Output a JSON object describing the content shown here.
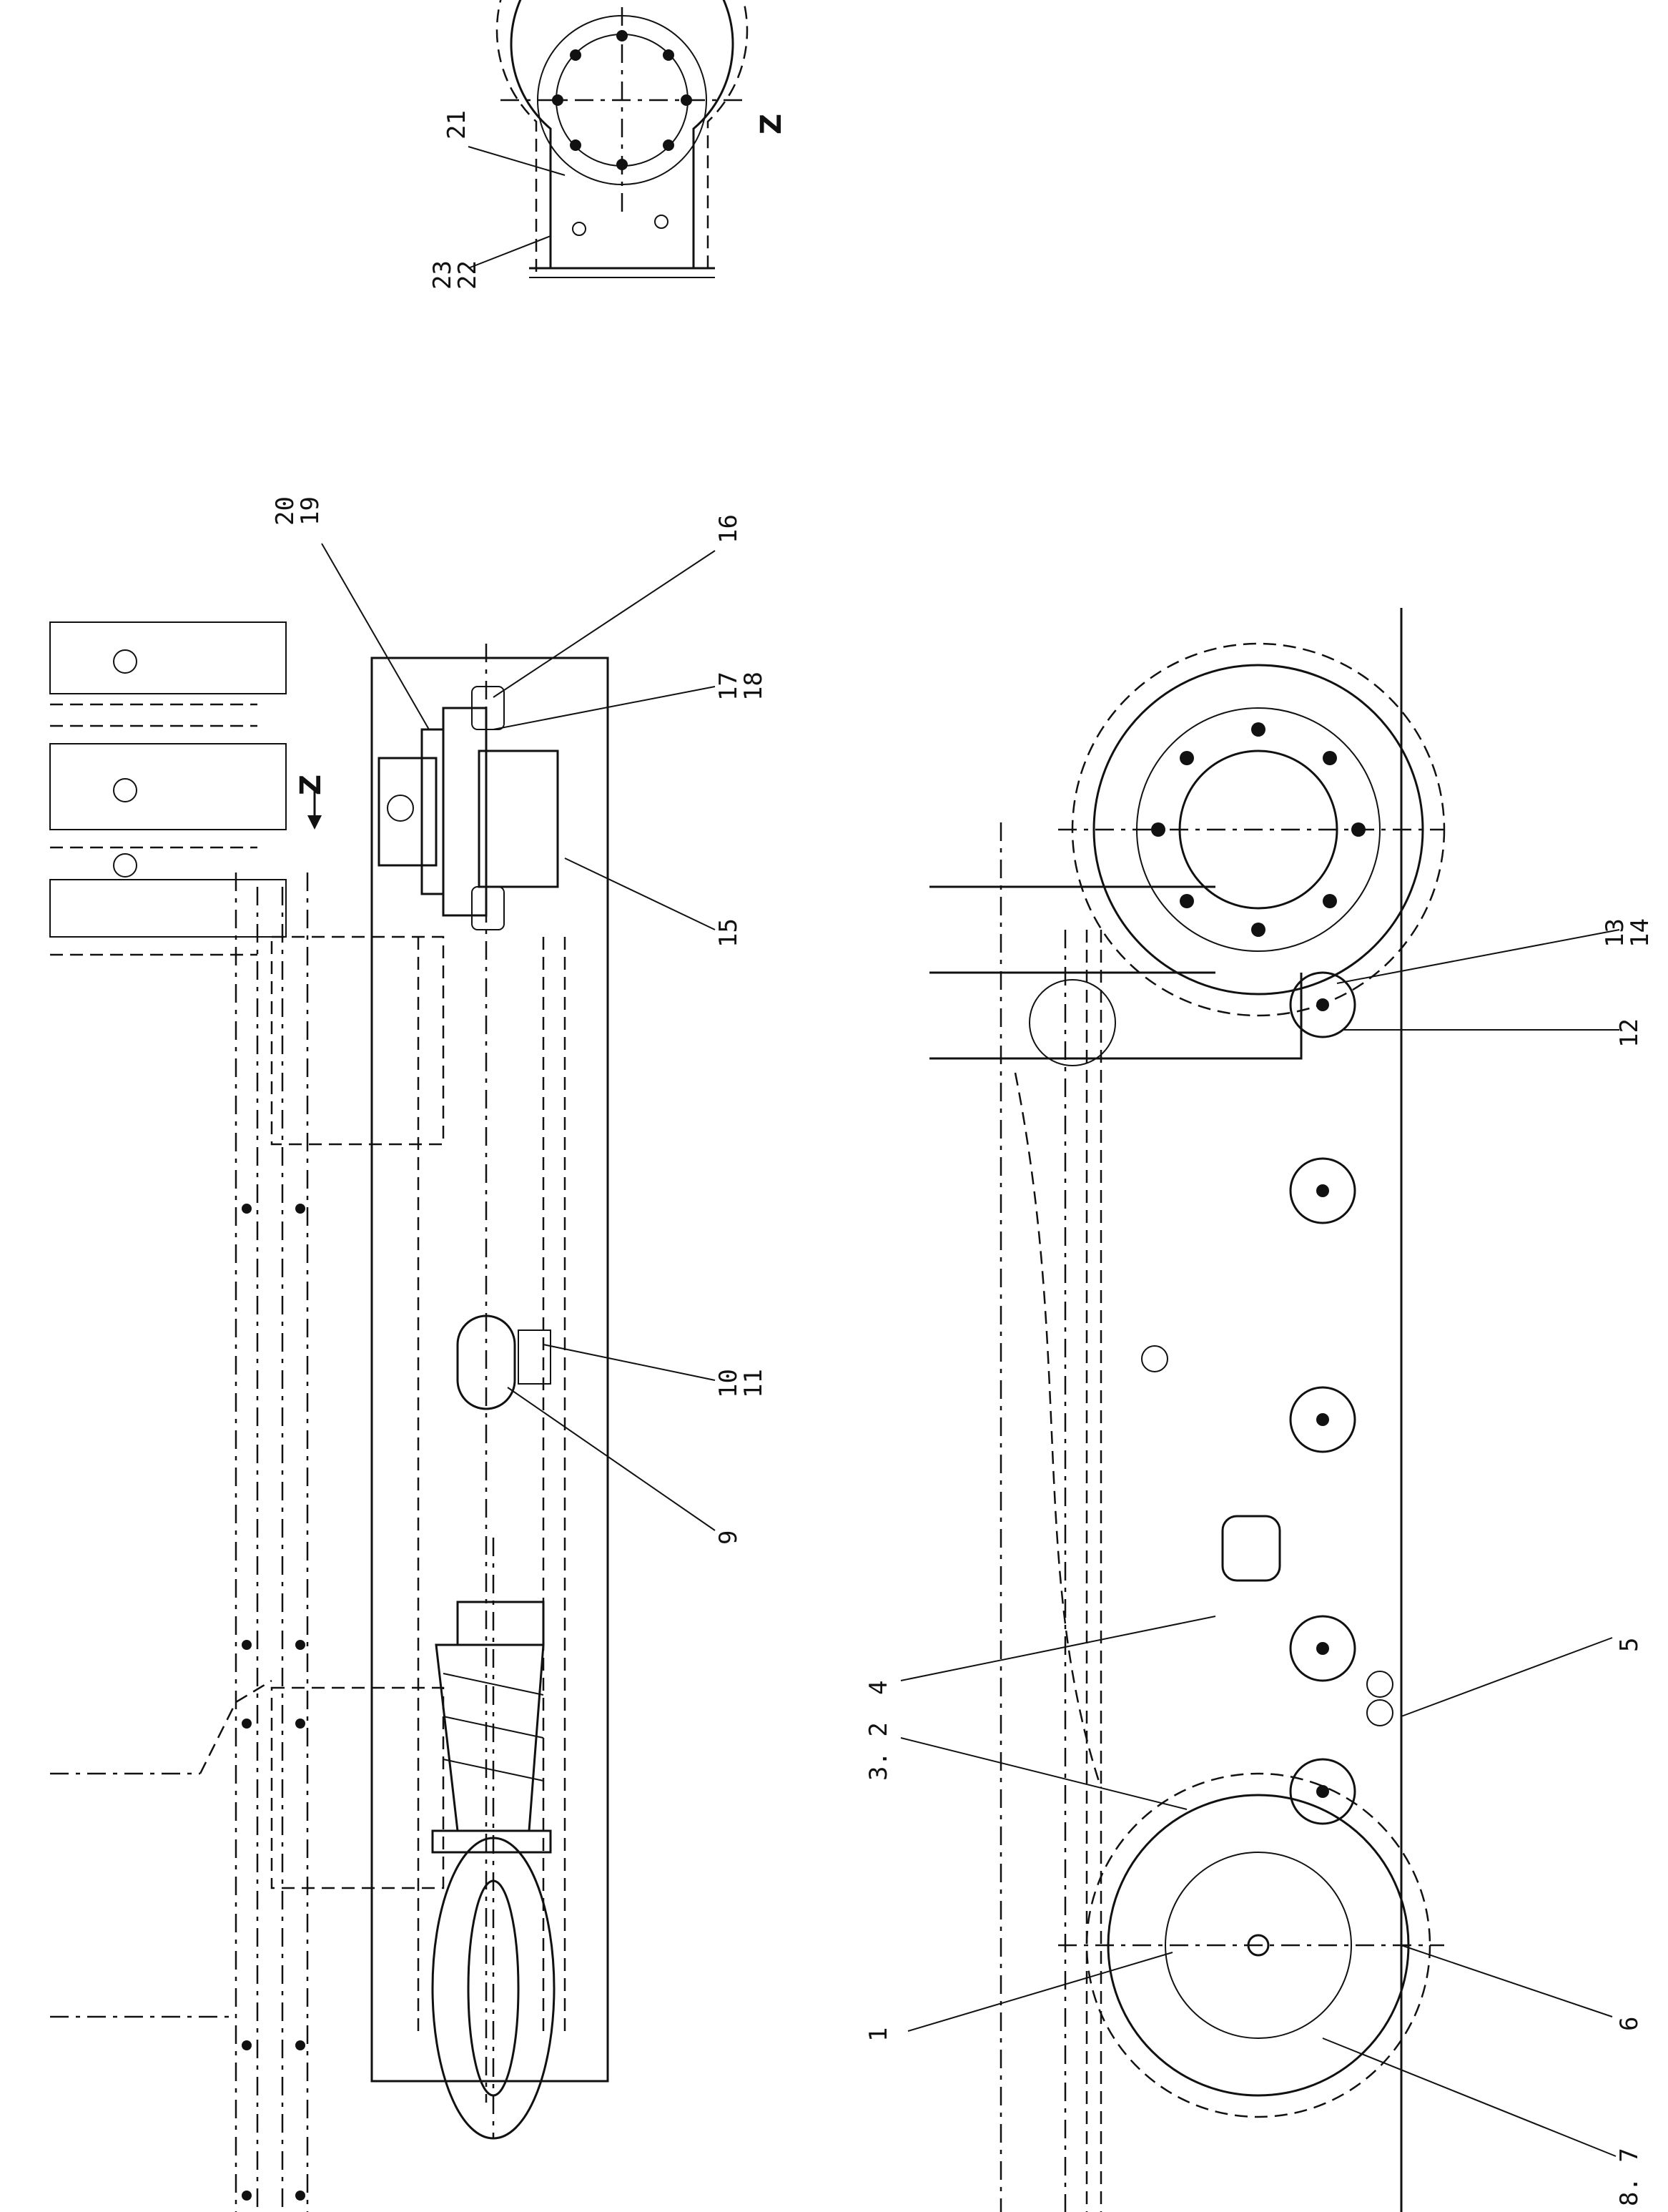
{
  "view_label": "Z",
  "arrow_label": "Z",
  "callouts": {
    "c21": "21",
    "c22": "22",
    "c23": "23",
    "c19": "19",
    "c20": "20",
    "c16": "16",
    "c17": "17",
    "c18": "18",
    "c15": "15",
    "c10": "10",
    "c11": "11",
    "c9": "9",
    "c13": "13",
    "c14": "14",
    "c12": "12",
    "c5": "5",
    "c4": "4",
    "c3_2": "3. 2",
    "c6": "6",
    "c1": "1",
    "c8_7": "8. 7"
  }
}
